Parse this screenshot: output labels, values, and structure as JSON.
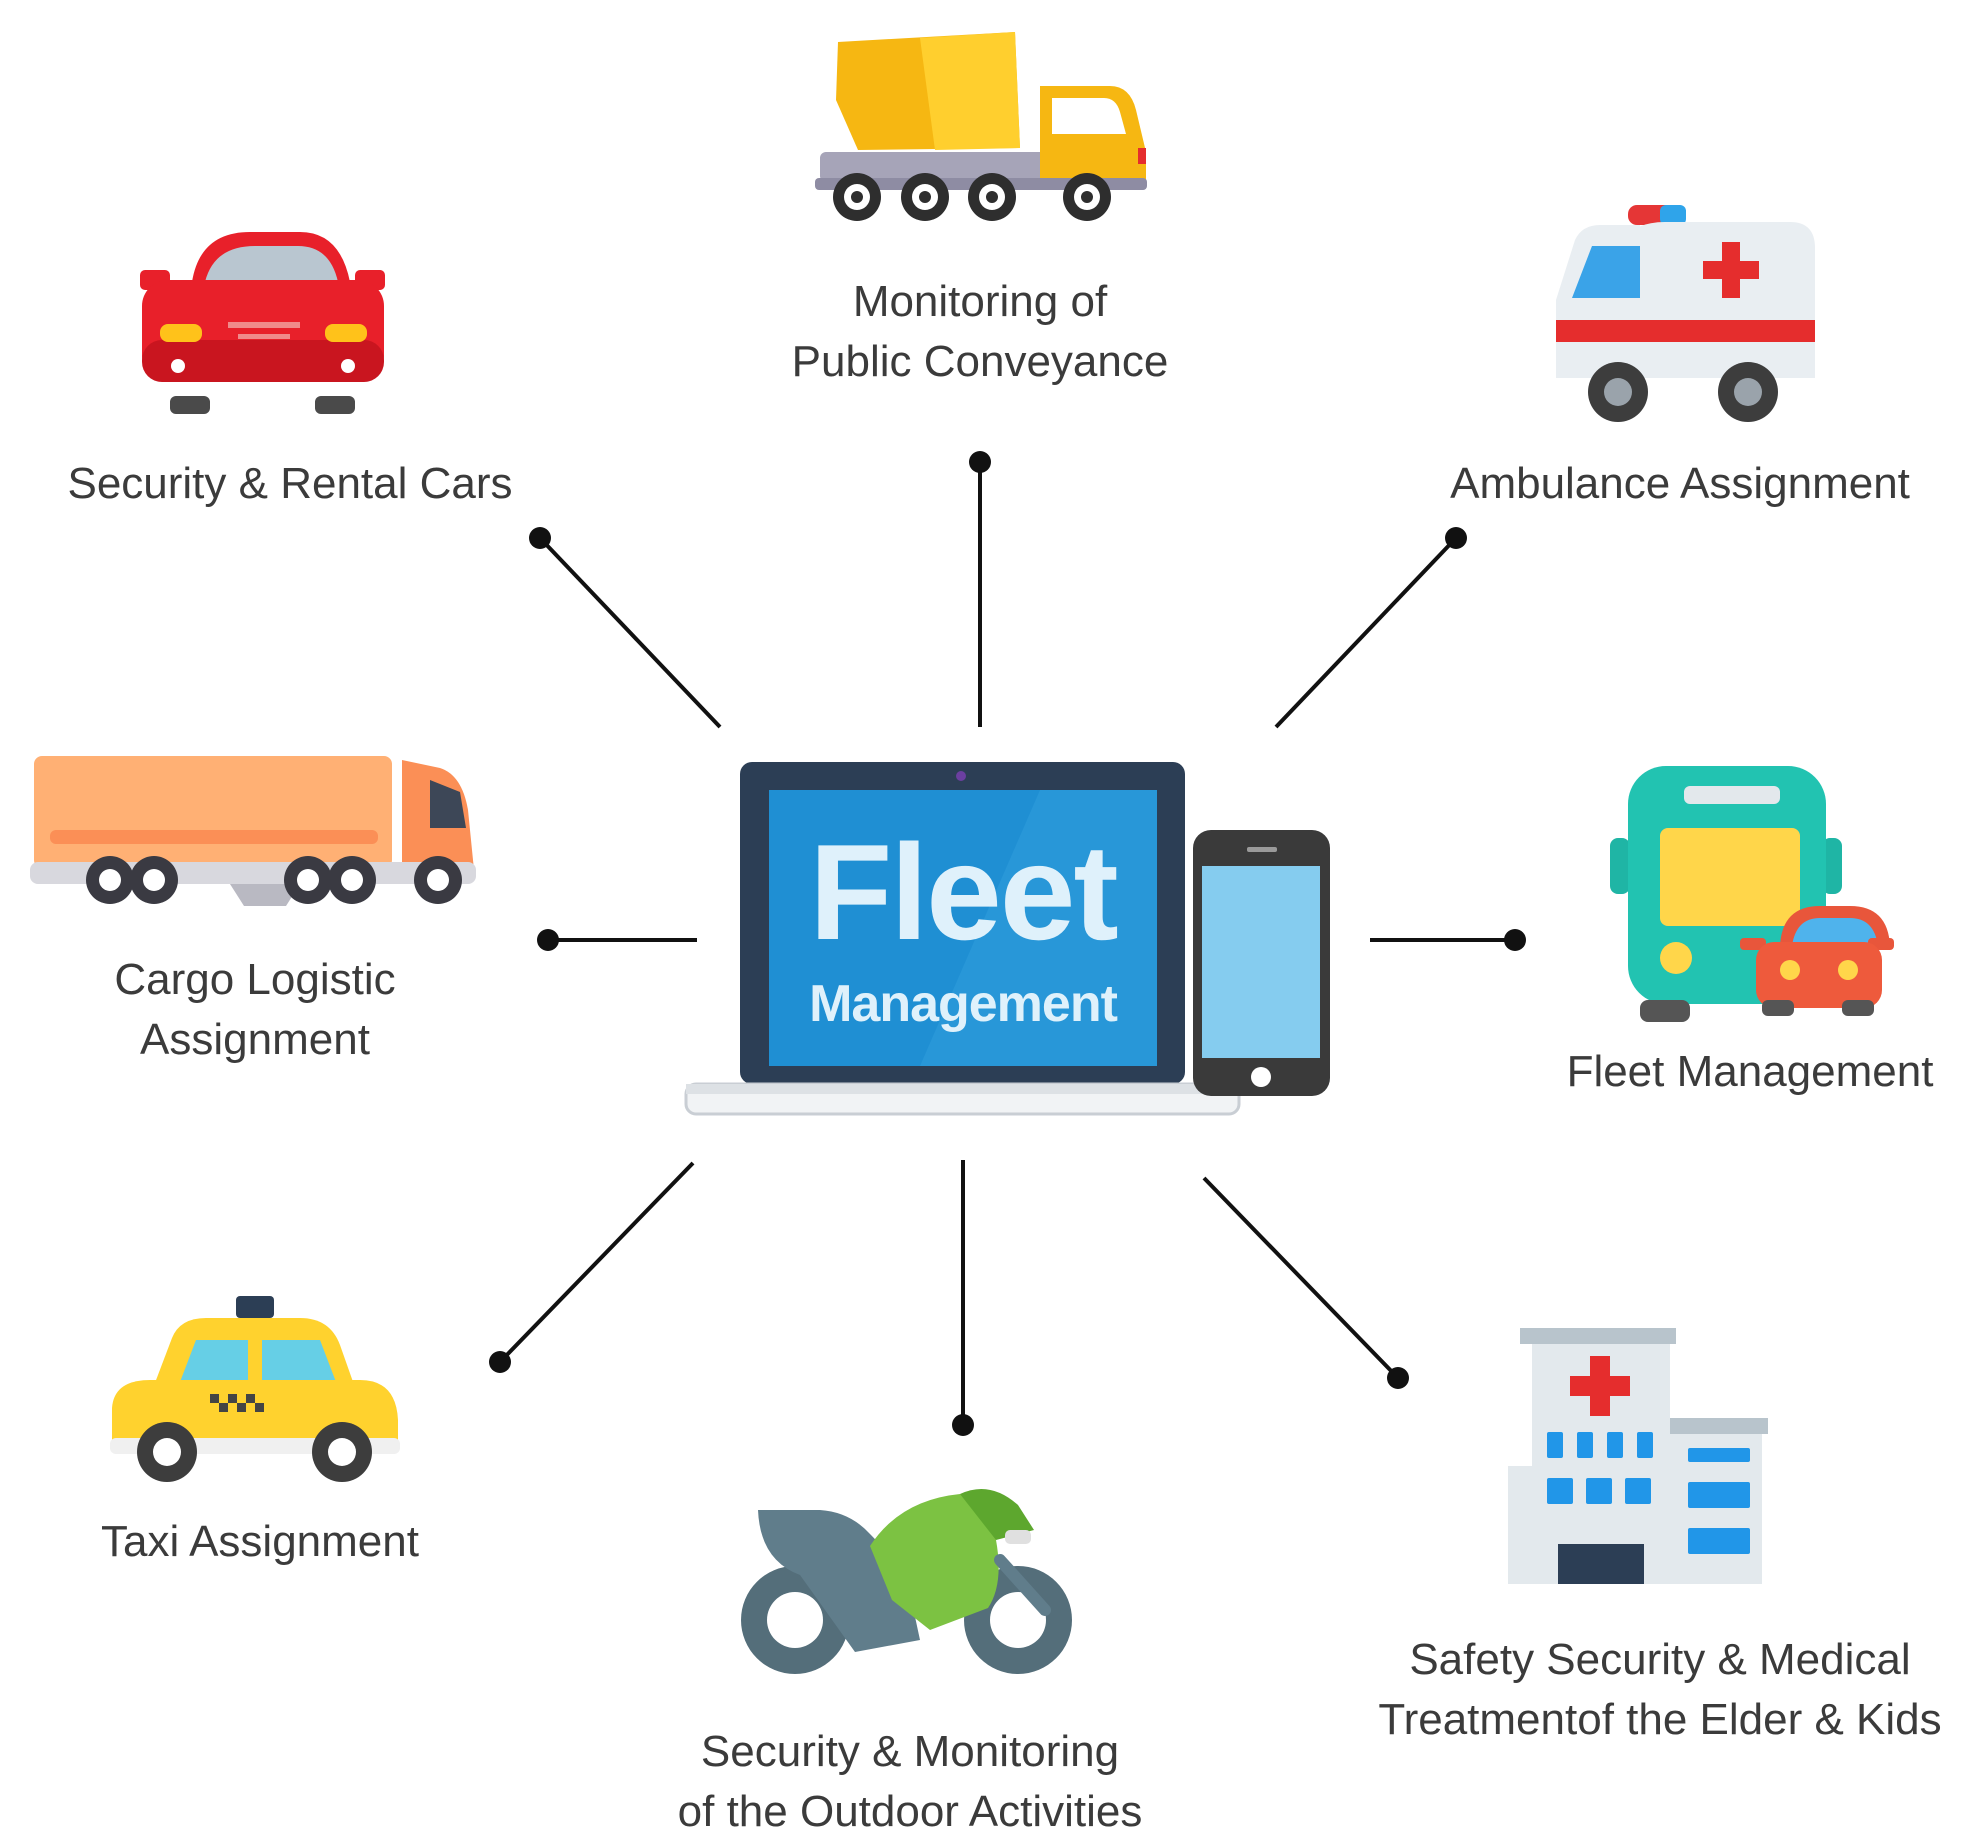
{
  "center": {
    "title": "Fleet",
    "subtitle": "Management"
  },
  "nodes": [
    {
      "id": "security-rental-cars",
      "icon": "red-car-icon",
      "lines": [
        "Security & Rental Cars"
      ]
    },
    {
      "id": "public-conveyance",
      "icon": "cement-mixer-truck-icon",
      "lines": [
        "Monitoring of",
        "Public Conveyance"
      ]
    },
    {
      "id": "ambulance-assignment",
      "icon": "ambulance-icon",
      "lines": [
        "Ambulance Assignment"
      ]
    },
    {
      "id": "cargo-logistic",
      "icon": "cargo-truck-icon",
      "lines": [
        "Cargo Logistic",
        "Assignment"
      ]
    },
    {
      "id": "fleet-management",
      "icon": "bus-and-car-icon",
      "lines": [
        "Fleet Management"
      ]
    },
    {
      "id": "taxi-assignment",
      "icon": "taxi-icon",
      "lines": [
        "Taxi Assignment"
      ]
    },
    {
      "id": "outdoor-activities",
      "icon": "motorcycle-icon",
      "lines": [
        "Security & Monitoring",
        "of the Outdoor Activities"
      ]
    },
    {
      "id": "elder-kids-medical",
      "icon": "hospital-icon",
      "lines": [
        "Safety Security & Medical",
        "Treatmentof the Elder & Kids"
      ]
    }
  ],
  "colors": {
    "connector": "#111111",
    "screen": "#1f8fd3",
    "laptop_frame": "#2c3e55",
    "label_text": "#3b3b3b"
  }
}
